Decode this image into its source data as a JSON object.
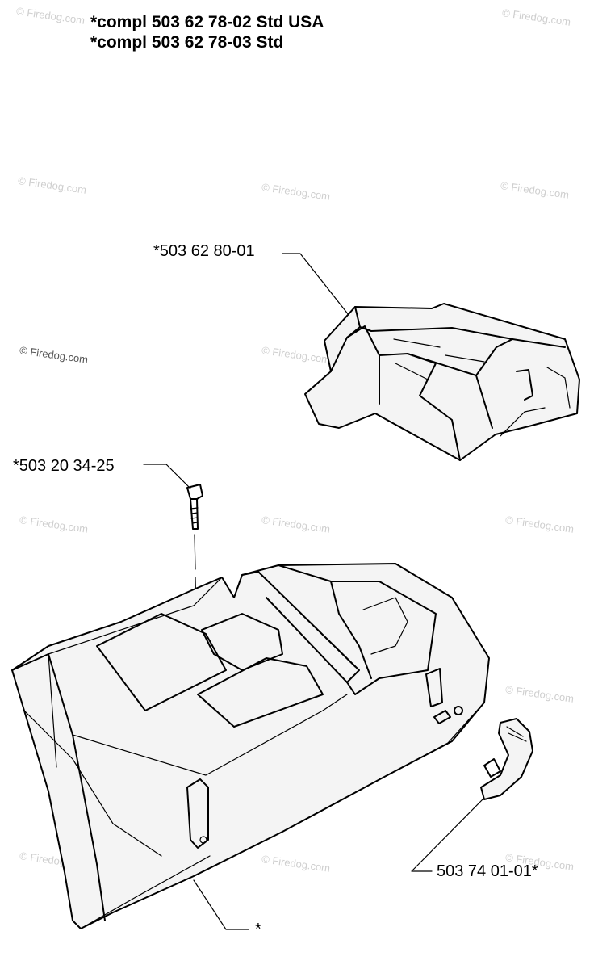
{
  "titles": {
    "line1": "*compl 503 62 78-02 Std USA",
    "line2": "*compl 503 62 78-03 Std"
  },
  "parts": {
    "cover": "*503 62 80-01",
    "screw": "*503 20 34-25",
    "clip": "503 74 01-01*",
    "base": "*"
  },
  "watermark": "© Firedog.com"
}
